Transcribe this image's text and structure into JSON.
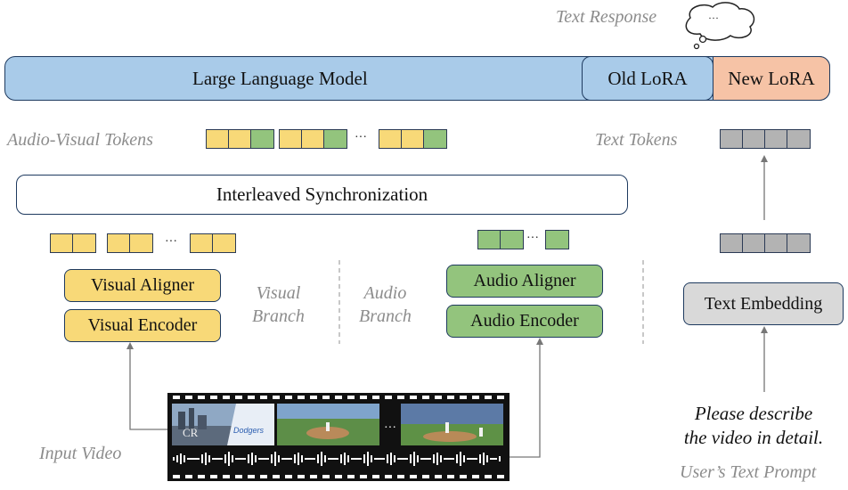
{
  "top": {
    "text_response_label": "Text Response",
    "thought_text": "···"
  },
  "llm_bar": {
    "llm_label": "Large Language Model",
    "old_lora_label": "Old LoRA",
    "new_lora_label": "New LoRA"
  },
  "tokens": {
    "av_tokens_label": "Audio-Visual Tokens",
    "text_tokens_label": "Text Tokens",
    "ellipsis": "···"
  },
  "sync": {
    "label": "Interleaved Synchronization"
  },
  "visual_branch": {
    "aligner_label": "Visual Aligner",
    "encoder_label": "Visual Encoder",
    "branch_label_line1": "Visual",
    "branch_label_line2": "Branch"
  },
  "audio_branch": {
    "aligner_label": "Audio Aligner",
    "encoder_label": "Audio Encoder",
    "branch_label_line1": "Audio",
    "branch_label_line2": "Branch"
  },
  "text_side": {
    "embedding_label": "Text Embedding",
    "prompt_line1": "Please describe",
    "prompt_line2": "the video in detail.",
    "prompt_caption": "User’s Text Prompt"
  },
  "video": {
    "input_label": "Input Video",
    "ellipsis": "···"
  },
  "colors": {
    "llm_blue": "#a9cbe9",
    "new_lora_orange": "#f6c3a6",
    "visual_yellow": "#f8d978",
    "audio_green": "#93c47d",
    "text_gray": "#b3b3b3",
    "border_navy": "#1e3a5f"
  }
}
